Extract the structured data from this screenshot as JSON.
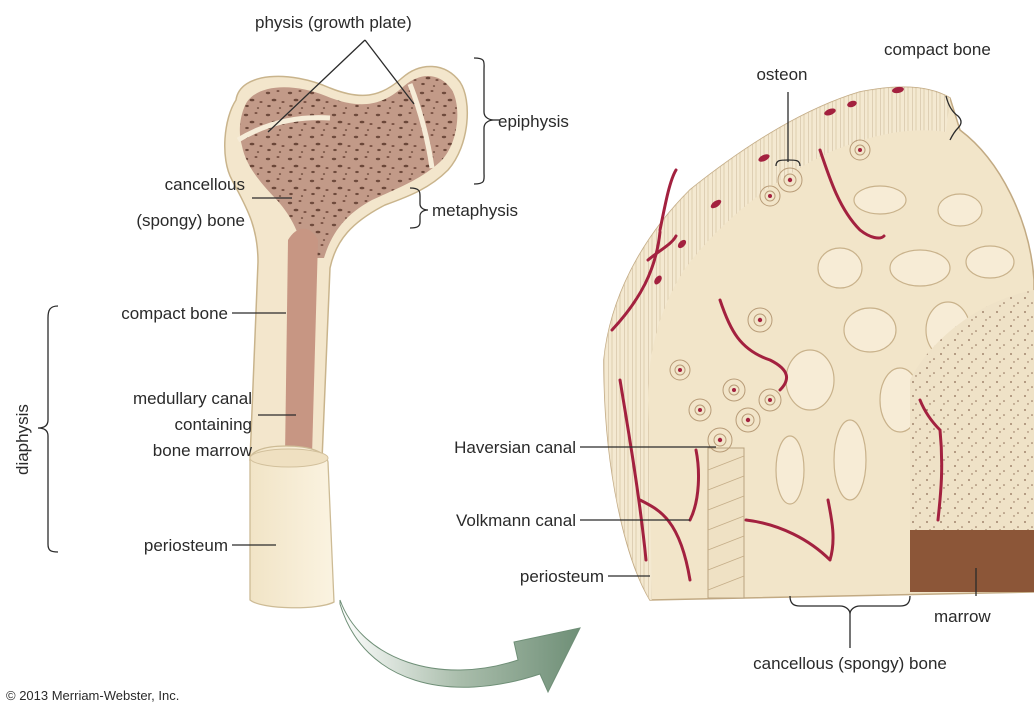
{
  "labels": {
    "physis": "physis (growth plate)",
    "epiphysis": "epiphysis",
    "metaphysis": "metaphysis",
    "cancellous_line1": "cancellous",
    "cancellous_line2": "(spongy) bone",
    "compact_left": "compact bone",
    "diaphysis": "diaphysis",
    "medullary_line1": "medullary canal",
    "medullary_line2": "containing",
    "medullary_line3": "bone marrow",
    "periosteum_left": "periosteum",
    "osteon": "osteon",
    "compact_right": "compact bone",
    "haversian": "Haversian canal",
    "volkmann": "Volkmann canal",
    "periosteum_right": "periosteum",
    "marrow": "marrow",
    "cancellous_right": "cancellous (spongy) bone"
  },
  "copyright": "© 2013 Merriam-Webster, Inc.",
  "colors": {
    "bone_surface": "#f3e6cc",
    "spongy_bone": "#bb8f7c",
    "medullary": "#c08e7c",
    "vessel": "#a3213f",
    "marrow": "#8a5538",
    "arrow": "#7e9a84"
  }
}
